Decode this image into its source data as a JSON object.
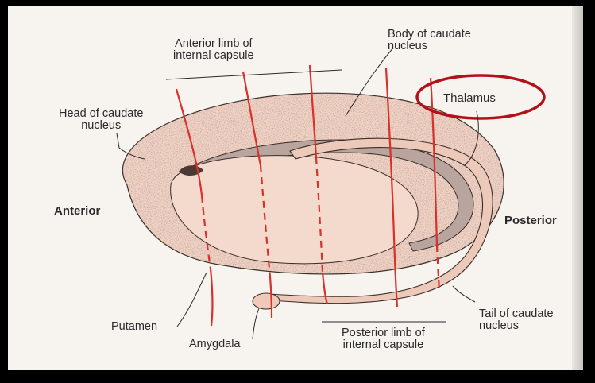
{
  "diagram": {
    "labels": {
      "anterior_limb": [
        "Anterior limb of",
        "internal capsule"
      ],
      "body_caudate": [
        "Body of caudate",
        "nucleus"
      ],
      "head_caudate": [
        "Head of caudate",
        "nucleus"
      ],
      "thalamus": "Thalamus",
      "anterior": "Anterior",
      "posterior": "Posterior",
      "putamen": "Putamen",
      "amygdala": "Amygdala",
      "posterior_limb": [
        "Posterior limb of",
        "internal capsule"
      ],
      "tail_caudate": [
        "Tail of caudate",
        "nucleus"
      ]
    },
    "colors": {
      "tissue_fill": "#f1d2c4",
      "stipple": "#3a2e2a",
      "capsule_line": "#d8312b",
      "highlight_ellipse": "#b3101a",
      "frame_bg": "#f7f3ee",
      "border": "#000000"
    }
  }
}
